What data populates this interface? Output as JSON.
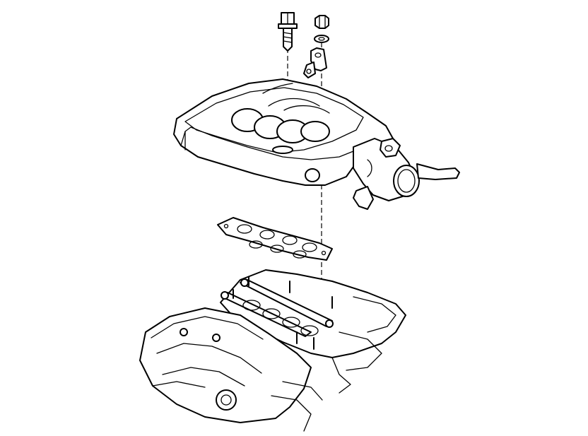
{
  "diagram": {
    "type": "exploded-view line drawing",
    "background": "#ffffff",
    "ink": "#000000",
    "parts": [
      "flange-bolt",
      "nut",
      "washer",
      "bracket",
      "upper-intake-manifold",
      "throttle-body",
      "manifold-gasket",
      "lower-intake-manifold",
      "engine-cylinder-head"
    ]
  }
}
